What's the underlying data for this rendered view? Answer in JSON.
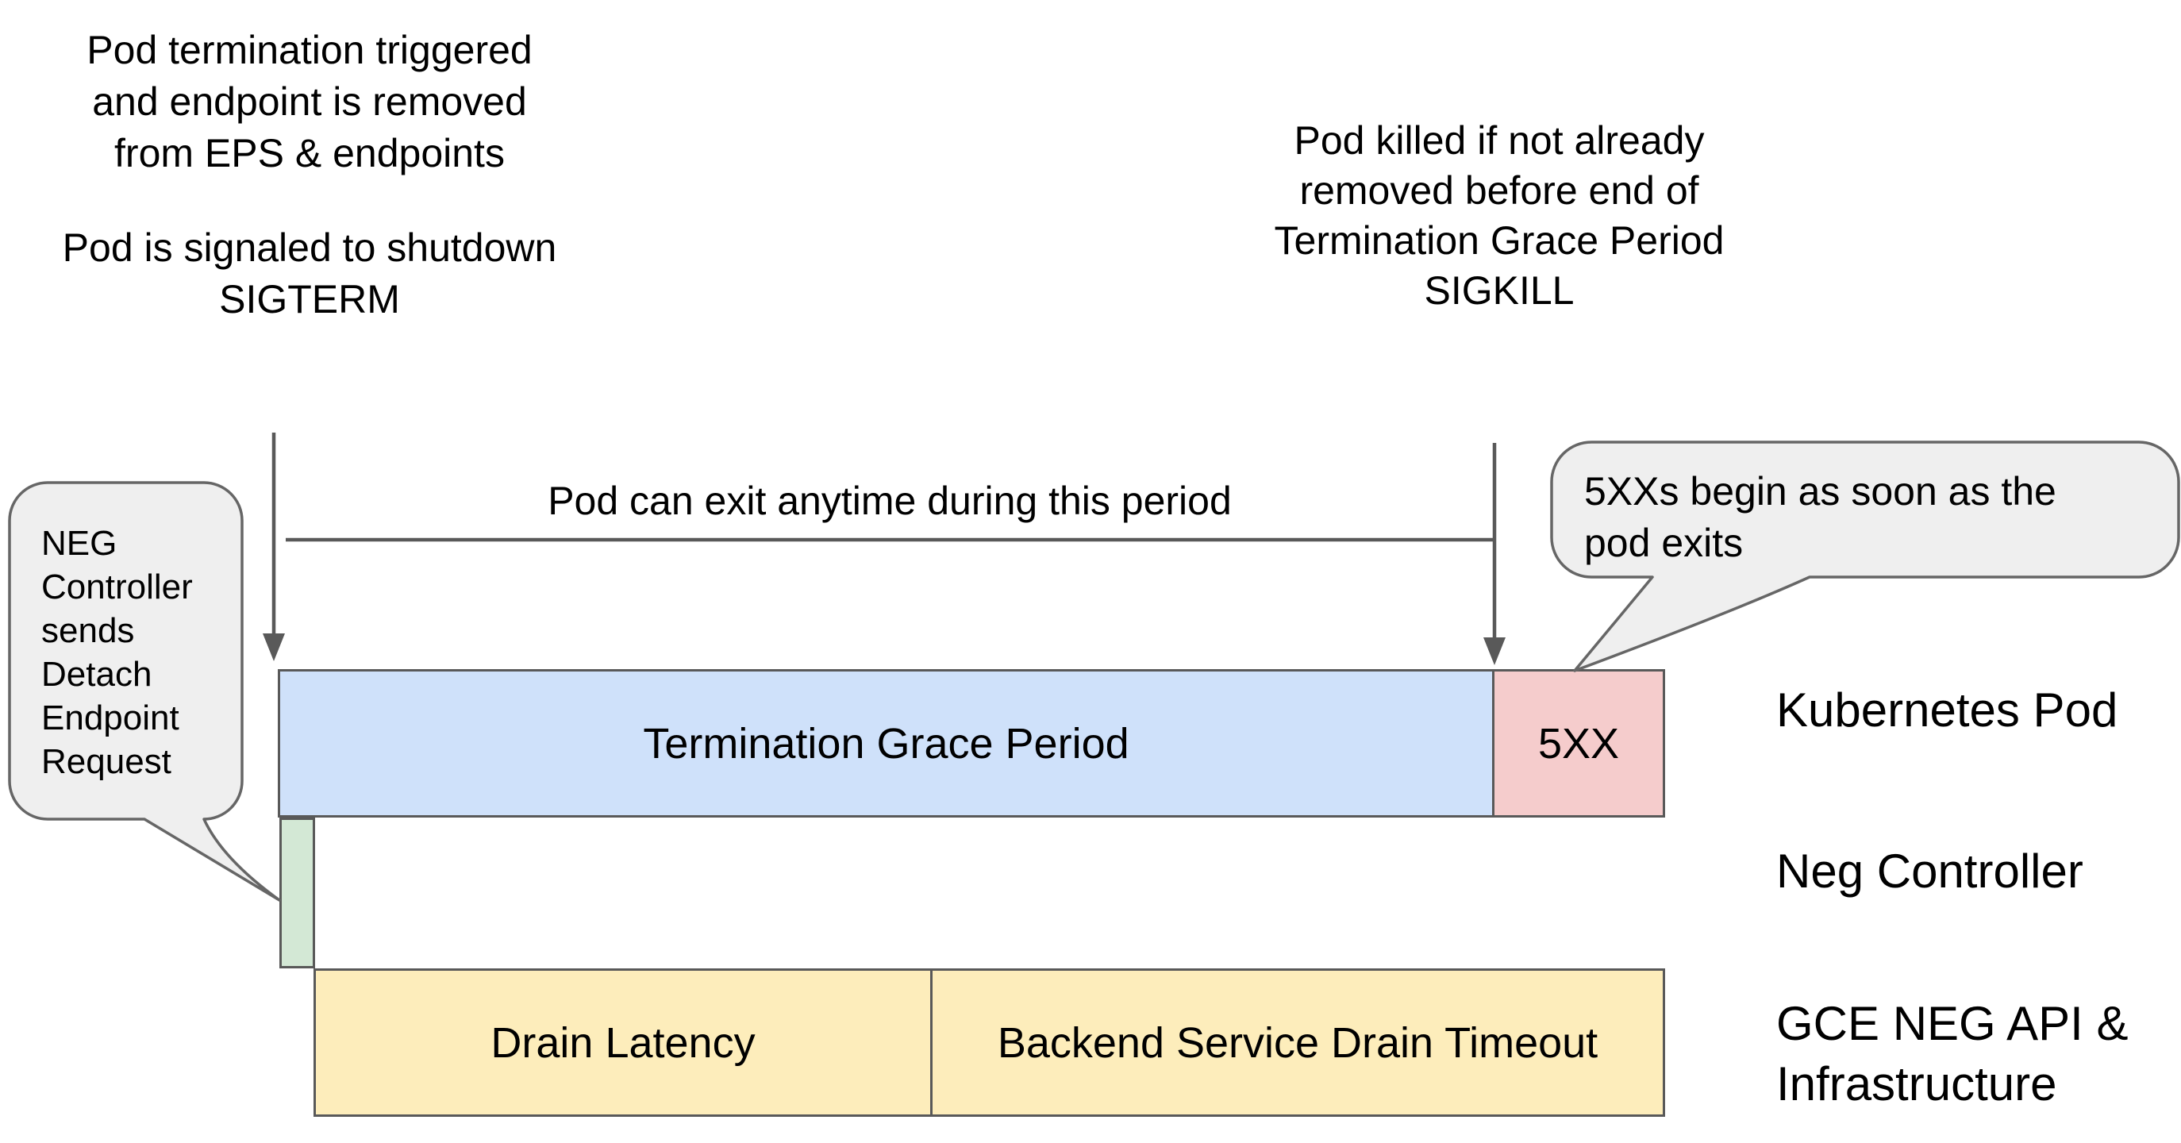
{
  "colors": {
    "background": "#ffffff",
    "text": "#000000",
    "line": "#595959",
    "bubble_fill": "#efefef",
    "bubble_border": "#666666",
    "grace_blue": "#cfe1fa",
    "error_pink": "#f5cccc",
    "detach_green": "#d3e8d5",
    "drain_yellow": "#fdedbb"
  },
  "annotations": {
    "top_left": {
      "para1": [
        "Pod termination triggered",
        "and endpoint is removed",
        "from EPS & endpoints"
      ],
      "para2": [
        "Pod is signaled to shutdown",
        "SIGTERM"
      ]
    },
    "top_right": {
      "lines": [
        "Pod killed if not already",
        "removed before end of",
        "Termination Grace Period",
        "SIGKILL"
      ]
    },
    "period_note": "Pod can exit anytime during this period"
  },
  "bubbles": {
    "left": {
      "lines": [
        "NEG",
        "Controller",
        "sends",
        "Detach",
        "Endpoint",
        "Request"
      ]
    },
    "right": {
      "lines": [
        "5XXs begin as soon as the",
        "pod exits"
      ]
    }
  },
  "timeline": {
    "rows": [
      {
        "label": "Kubernetes Pod",
        "segments": [
          {
            "text": "Termination Grace Period",
            "color": "#cfe1fa"
          },
          {
            "text": "5XX",
            "color": "#f5cccc"
          }
        ]
      },
      {
        "label": "Neg Controller",
        "segments": [
          {
            "text": "",
            "color": "#d3e8d5"
          }
        ]
      },
      {
        "label_lines": [
          "GCE NEG API &",
          "Infrastructure"
        ],
        "segments": [
          {
            "text": "Drain Latency",
            "color": "#fdedbb"
          },
          {
            "text": "Backend Service Drain Timeout",
            "color": "#fdedbb"
          }
        ]
      }
    ]
  }
}
